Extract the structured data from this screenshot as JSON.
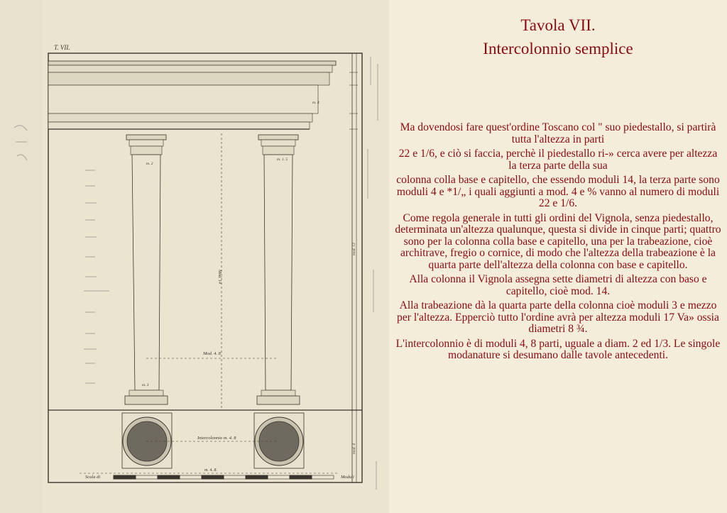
{
  "plate": {
    "plate_number": "T. VII.",
    "labels": {
      "mod_column": "Mod. 14",
      "mod_span": "Mod. 4. 8",
      "intercolumn": "Intercolonnio m. 4. 8",
      "mod_bottom": "m. 4. 8.",
      "scale": "Scala di",
      "moduli": "Moduli",
      "m2": "m. 2",
      "m4": "m. 4",
      "m3": "m. 3",
      "m1_5": "m. 1. 5",
      "mod12": "mod. 12",
      "mod_ped": "mod. 4"
    }
  },
  "text": {
    "title_line1": "Tavola VII.",
    "title_line2": "Intercolonnio semplice",
    "paragraphs": [
      "Ma dovendosi fare quest'ordine Toscano col \" suo piedestallo, si partirà tutta l'altezza in parti",
      "22 e 1/6,  e ciò si faccia, perchè il piedestallo ri-» cerca avere per altezza la terza parte della sua",
      "colonna colla base e capitello, che essendo moduli 14, la terza parte sono moduli 4 e *1/„ i quali aggiunti a mod. 4 e % vanno al numero di moduli 22 e 1/6.",
      "Come regola generale in tutti gli ordini del Vignola, senza piedestallo, determinata un'altezza qualunque, questa si divide in cinque parti; quattro sono per la colonna colla base e capitello, una per la trabeazione, cioè architrave, fregio o cornice, di modo che l'altezza della trabeazione è la quarta parte dell'altezza della colonna con base e capitello.",
      "Alla colonna il Vignola assegna sette diametri di altezza con baso e capitello, cioè mod. 14.",
      "Alla trabeazione dà la quarta parte della colonna cioè moduli 3 e mezzo per l'altezza. Epperciò tutto l'ordine avrà per altezza moduli 17 Va» ossia diametri 8 ¾.",
      "L'intercolonnio è di moduli 4, 8 parti, uguale a diam. 2 ed 1/3.  Le singole modanature si desumano dalle tavole antecedenti."
    ]
  },
  "colors": {
    "text_red": "#8b0a12",
    "paper_left": "#ece6d4",
    "paper_right": "#f3edd9",
    "ink": "#3a352c"
  }
}
